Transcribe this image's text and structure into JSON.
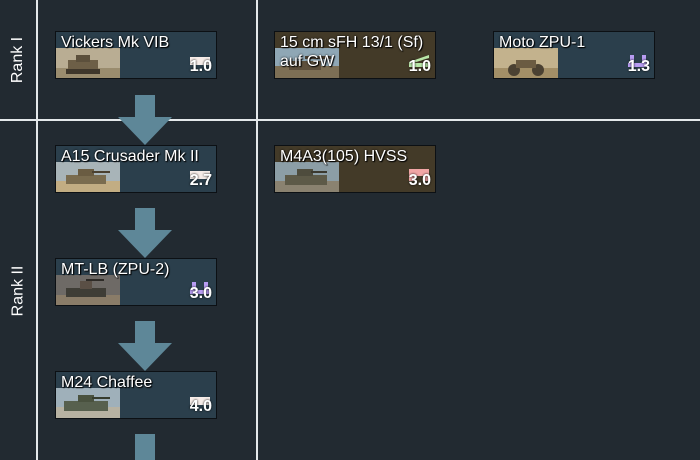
{
  "ranks": [
    {
      "label": "Rank I"
    },
    {
      "label": "Rank II"
    }
  ],
  "vehicles": [
    {
      "name": "Vickers Mk VIB",
      "br": "1.0",
      "class_icon": "light-tank-icon",
      "class_color": "#f6ece8",
      "premium": false
    },
    {
      "name": "15 cm sFH 13/1 (Sf) auf GW",
      "br": "1.0",
      "class_icon": "spg-icon",
      "class_color": "#b8e6a8",
      "premium": true
    },
    {
      "name": "Moto ZPU-1",
      "br": "1.3",
      "class_icon": "spaa-icon",
      "class_color": "#b89cf2",
      "premium": false
    },
    {
      "name": "A15 Crusader Mk II",
      "br": "2.7",
      "class_icon": "light-tank-icon",
      "class_color": "#f6ece8",
      "premium": false
    },
    {
      "name": "M4A3(105) HVSS",
      "br": "3.0",
      "class_icon": "medium-tank-icon",
      "class_color": "#f2a6a6",
      "premium": true
    },
    {
      "name": "MT-LB (ZPU-2)",
      "br": "3.0",
      "class_icon": "spaa-icon",
      "class_color": "#b89cf2",
      "premium": false
    },
    {
      "name": "M24 Chaffee",
      "br": "4.0",
      "class_icon": "light-tank-icon",
      "class_color": "#f6ece8",
      "premium": false
    }
  ],
  "colors": {
    "background": "#222a31",
    "grid_lines": "#e4e8ea",
    "card_regular": "#2b3f4c",
    "card_premium": "#433a28",
    "arrow": "#5e8798"
  }
}
